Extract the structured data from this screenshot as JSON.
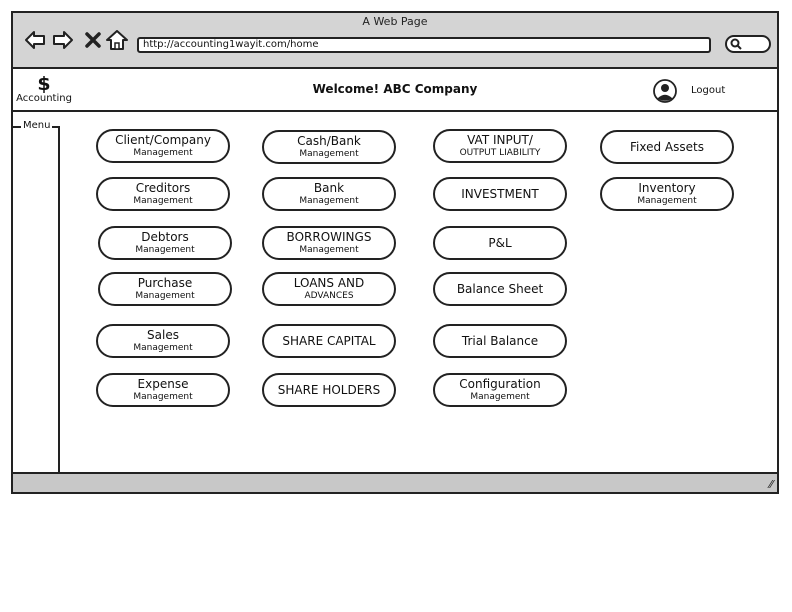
{
  "browser": {
    "page_title": "A Web Page",
    "url": "http://accounting1wayit.com/home",
    "icons": [
      "back-icon",
      "forward-icon",
      "close-icon",
      "home-icon",
      "search-icon"
    ]
  },
  "header": {
    "logo_symbol": "$",
    "logo_label": "Accounting",
    "welcome": "Welcome! ABC Company",
    "logout": "Logout"
  },
  "menu": {
    "label": "Menu"
  },
  "buttons": {
    "client_company": {
      "main": "Client/Company",
      "sub": "Management"
    },
    "cash_bank": {
      "main": "Cash/Bank",
      "sub": "Management"
    },
    "vat": {
      "main": "VAT INPUT/",
      "sub": "OUTPUT LIABILITY"
    },
    "fixed_assets": {
      "main": "Fixed Assets"
    },
    "creditors": {
      "main": "Creditors",
      "sub": "Management"
    },
    "bank": {
      "main": "Bank",
      "sub": "Management"
    },
    "investment": {
      "main": "INVESTMENT"
    },
    "inventory": {
      "main": "Inventory",
      "sub": "Management"
    },
    "debtors": {
      "main": "Debtors",
      "sub": "Management"
    },
    "borrowings": {
      "main": "BORROWINGS",
      "sub": "Management"
    },
    "pl": {
      "main": "P&L"
    },
    "purchase": {
      "main": "Purchase",
      "sub": "Management"
    },
    "loans": {
      "main": "LOANS AND",
      "sub": "ADVANCES"
    },
    "balance_sheet": {
      "main": "Balance Sheet"
    },
    "sales": {
      "main": "Sales",
      "sub": "Management"
    },
    "share_capital": {
      "main": "SHARE CAPITAL"
    },
    "trial_balance": {
      "main": "Trial Balance"
    },
    "expense": {
      "main": "Expense",
      "sub": "Management"
    },
    "share_holders": {
      "main": "SHARE HOLDERS"
    },
    "configuration": {
      "main": "Configuration",
      "sub": "Management"
    }
  }
}
